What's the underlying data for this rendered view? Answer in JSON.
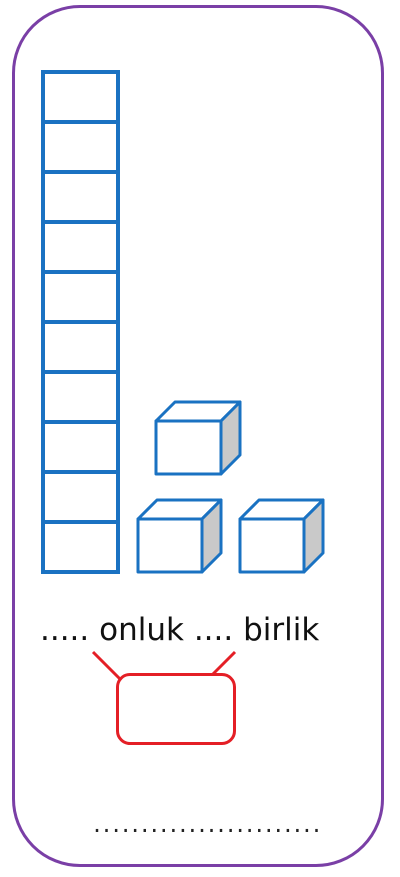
{
  "worksheet": {
    "caption": {
      "tens_blank": ".....",
      "tens_label": "onluk",
      "ones_blank": "....",
      "ones_label": "birlik"
    },
    "answer_line": "................................",
    "tens_rods": 1,
    "ones_cubes": 3,
    "colors": {
      "border": "#7a3fa6",
      "blocks": "#1a72c2",
      "arrows_and_box": "#e41f26",
      "cube_side": "#c9c9c9"
    }
  }
}
